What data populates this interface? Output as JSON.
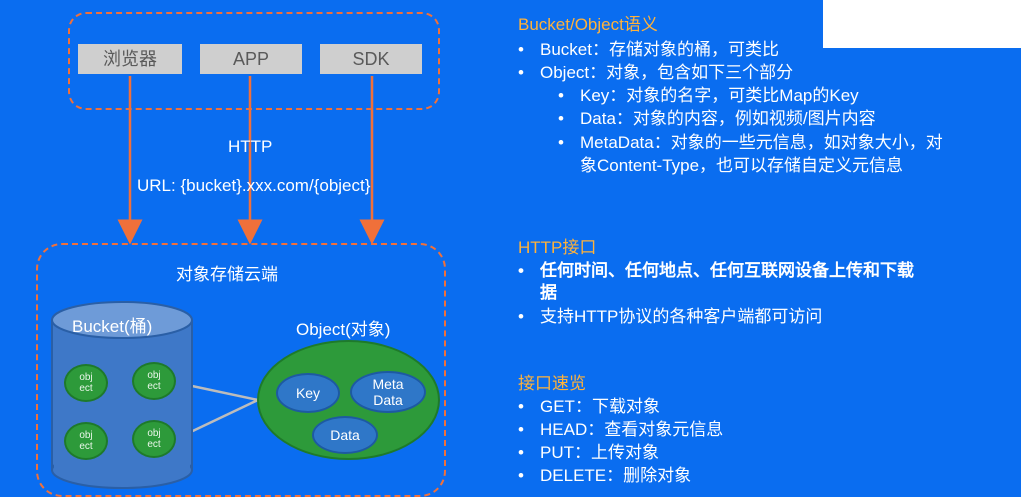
{
  "diagram": {
    "clients": [
      "浏览器",
      "APP",
      "SDK"
    ],
    "protocol_label": "HTTP",
    "url_label": "URL: {bucket}.xxx.com/{object}",
    "cloud_title": "对象存储云端",
    "bucket_label": "Bucket(桶)",
    "object_cells": [
      {
        "l1": "obj",
        "l2": "ect"
      },
      {
        "l1": "obj",
        "l2": "ect"
      },
      {
        "l1": "obj",
        "l2": "ect"
      },
      {
        "l1": "obj",
        "l2": "ect"
      }
    ],
    "object_title": "Object(对象)",
    "object_parts": {
      "key": "Key",
      "meta_l1": "Meta",
      "meta_l2": "Data",
      "data": "Data"
    },
    "colors": {
      "background": "#0a6df0",
      "dashed": "#f0703a",
      "arrow": "#f0703a",
      "bucket": "#3e78c8",
      "object_group": "#2d9a3a"
    }
  },
  "notes": {
    "s1_title": "Bucket/Object语义",
    "s1_items": [
      "Bucket：存储对象的桶，可类比",
      "Object：对象，包含如下三个部分"
    ],
    "s1_sub": [
      "Key：对象的名字，可类比Map的Key",
      "Data：对象的内容，例如视频/图片内容",
      "MetaData：对象的一些元信息，如对象大小，对",
      "象Content-Type，也可以存储自定义元信息"
    ],
    "s2_title": "HTTP接口",
    "s2_items": [
      "任何时间、任何地点、任何互联网设备上传和下载",
      "据",
      "支持HTTP协议的各种客户端都可访问"
    ],
    "s3_title": "接口速览",
    "s3_items": [
      "GET：下载对象",
      "HEAD：查看对象元信息",
      "PUT：上传对象",
      "DELETE：删除对象"
    ],
    "bullet": "•"
  }
}
